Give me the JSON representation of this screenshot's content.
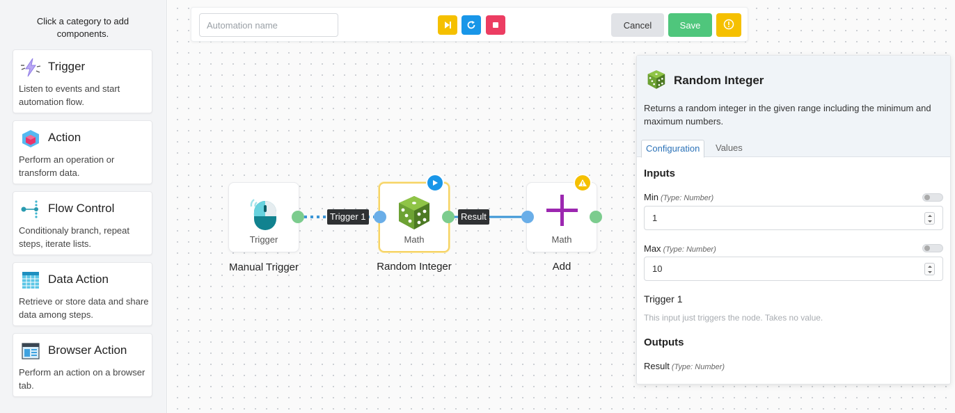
{
  "sidebar": {
    "hint": "Click a category to add components.",
    "categories": [
      {
        "title": "Trigger",
        "desc": "Listen to events and start automation flow.",
        "icon": "lightning-icon"
      },
      {
        "title": "Action",
        "desc": "Perform an operation or transform data.",
        "icon": "cube-icon"
      },
      {
        "title": "Flow Control",
        "desc": "Conditionaly branch, repeat steps, iterate lists.",
        "icon": "flow-icon"
      },
      {
        "title": "Data Action",
        "desc": "Retrieve or store data and share data among steps.",
        "icon": "table-icon"
      },
      {
        "title": "Browser Action",
        "desc": "Perform an action on a browser tab.",
        "icon": "browser-window-icon"
      }
    ]
  },
  "toolbar": {
    "name_placeholder": "Automation name",
    "name_value": "",
    "cancel_label": "Cancel",
    "save_label": "Save"
  },
  "flow": {
    "nodes": [
      {
        "type": "Trigger",
        "label": "Manual Trigger",
        "icon": "mouse-icon"
      },
      {
        "type": "Math",
        "label": "Random Integer",
        "icon": "dice-icon",
        "badge": "play-icon"
      },
      {
        "type": "Math",
        "label": "Add",
        "icon": "plus-icon",
        "badge": "warning-icon"
      }
    ],
    "edges": [
      {
        "label": "Trigger 1",
        "style": "dotted"
      },
      {
        "label": "Result",
        "style": "solid"
      }
    ]
  },
  "panel": {
    "title": "Random Integer",
    "description": "Returns a random integer in the given range including the minimum and maximum numbers.",
    "tabs": [
      "Configuration",
      "Values"
    ],
    "inputs_title": "Inputs",
    "inputs": [
      {
        "name": "Min",
        "type": "(Type: Number)",
        "value": "1"
      },
      {
        "name": "Max",
        "type": "(Type: Number)",
        "value": "10"
      }
    ],
    "trigger_name": "Trigger 1",
    "trigger_note": "This input just triggers the node. Takes no value.",
    "outputs_title": "Outputs",
    "outputs": [
      {
        "name": "Result",
        "type": "(Type: Number)"
      }
    ]
  },
  "colors": {
    "accent_yellow": "#f5c000",
    "accent_blue": "#1996e8",
    "accent_red": "#ec3d62",
    "save_green": "#4fc67c",
    "cancel_gray": "#e1e3e7",
    "port_out": "#7ccc8e",
    "port_in": "#6aaee8"
  }
}
